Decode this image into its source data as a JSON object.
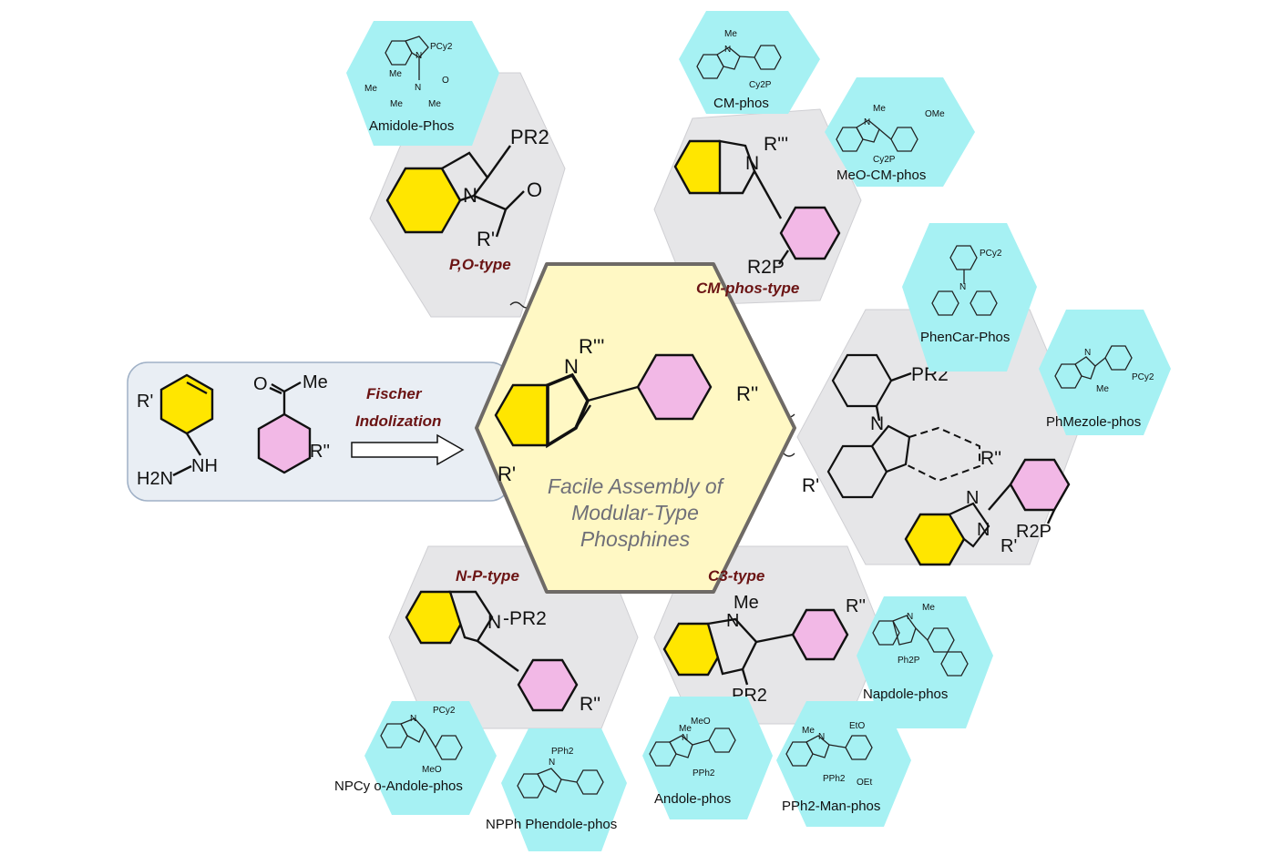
{
  "center": {
    "r_nitrogen": "R'''",
    "n": "N",
    "r_pink": "R''",
    "r_yellow": "R'",
    "caption_line1": "Facile Assembly of",
    "caption_line2": "Modular-Type",
    "caption_line3": "Phosphines"
  },
  "fischer": {
    "title_line1": "Fischer",
    "title_line2": "Indolization",
    "hydrazine_r": "R'",
    "nh": "NH",
    "h2n": "H2N",
    "ketone_o": "O",
    "ketone_me": "Me",
    "aryl_r": "R''"
  },
  "types": {
    "po": {
      "label": "P,O-type",
      "pr2": "PR2",
      "n": "N",
      "o": "O",
      "r": "R'"
    },
    "cmphos": {
      "label": "CM-phos-type",
      "n": "N",
      "r": "R'''",
      "r2p": "R2P"
    },
    "np": {
      "label": "N-P-type",
      "n": "N",
      "pr2": "-PR2",
      "r": "R''"
    },
    "c3": {
      "label": "C3-type",
      "me": "Me",
      "n": "N",
      "pr2": "PR2",
      "r": "R''"
    },
    "right": {
      "pr2": "PR2",
      "n": "N",
      "r_prime": "R'",
      "r_pink": "R''",
      "n2": "N",
      "n3": "N",
      "r2p": "R2P",
      "r_n": "R'"
    }
  },
  "ligands": [
    {
      "name": "Amidole-Phos",
      "subs": [
        "PCy2",
        "N",
        "Me",
        "Me",
        "N",
        "O",
        "Me",
        "Me"
      ]
    },
    {
      "name": "CM-phos",
      "subs": [
        "Me",
        "N",
        "Cy2P"
      ]
    },
    {
      "name": "MeO-CM-phos",
      "subs": [
        "Me",
        "N",
        "OMe",
        "Cy2P"
      ]
    },
    {
      "name": "PhenCar-Phos",
      "subs": [
        "PCy2",
        "N"
      ]
    },
    {
      "name": "PhMezole-phos",
      "subs": [
        "N",
        "PCy2",
        "Me"
      ]
    },
    {
      "name": "Napdole-phos",
      "subs": [
        "Me",
        "N",
        "Ph2P"
      ]
    },
    {
      "name": "PPh2-Man-phos",
      "subs": [
        "EtO",
        "Me",
        "N",
        "PPh2",
        "OEt"
      ]
    },
    {
      "name": "Andole-phos",
      "subs": [
        "MeO",
        "Me",
        "N",
        "PPh2"
      ]
    },
    {
      "name": "NPPh Phendole-phos",
      "subs": [
        "PPh2",
        "N"
      ]
    },
    {
      "name": "NPCy o-Andole-phos",
      "subs": [
        "PCy2",
        "N",
        "MeO"
      ]
    }
  ],
  "colors": {
    "gray_hex": "#e6e6e8",
    "cyan_hex": "#a6f1f3",
    "center_fill": "#fff8c4",
    "center_border": "#6e6a66",
    "benzene_yellow": "#ffe600",
    "benzene_pink": "#f2b8e6",
    "type_label": "#6b1414",
    "fischer_box": "#e9eef4"
  }
}
